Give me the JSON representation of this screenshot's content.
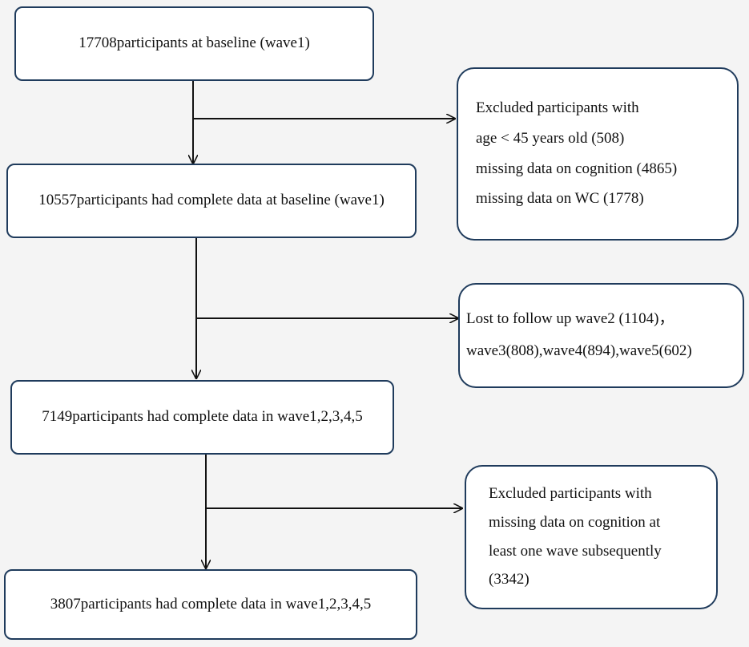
{
  "main_flow": {
    "step1": "17708participants at baseline (wave1)",
    "step2": "10557participants had complete data at baseline (wave1)",
    "step3": "7149participants had complete data in wave1,2,3,4,5",
    "step4": "3807participants had complete data in wave1,2,3,4,5"
  },
  "exclusions": {
    "box1": [
      "Excluded participants with",
      "age < 45 years old (508)",
      "missing data on cognition (4865)",
      "missing data on WC (1778)"
    ],
    "box2": [
      "Lost to follow up wave2 (1104)，",
      "wave3(808),wave4(894),wave5(602)"
    ],
    "box3": [
      "Excluded participants with",
      "missing data on cognition at",
      "least one wave subsequently",
      "(3342)"
    ]
  },
  "colors": {
    "box_border": "#1f3b5c",
    "background": "#f4f4f4",
    "arrow": "#111111"
  }
}
